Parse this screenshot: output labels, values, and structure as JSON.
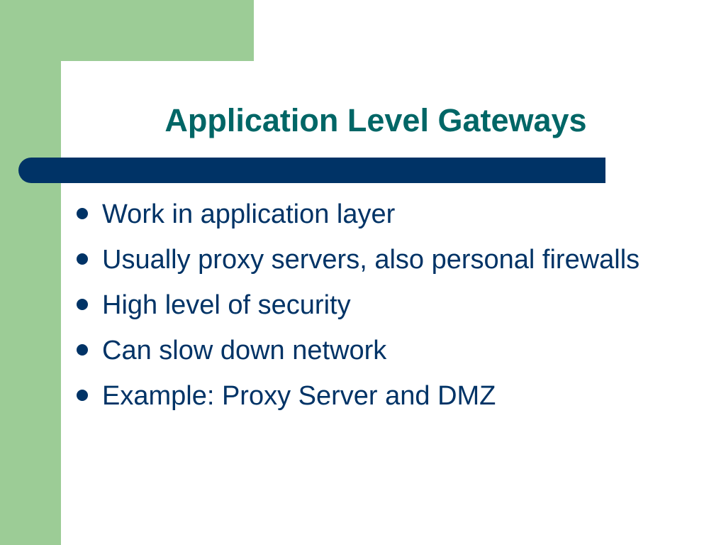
{
  "slide": {
    "title": "Application Level Gateways",
    "bullets": [
      "Work in application layer",
      "Usually proxy servers, also personal firewalls",
      "High level of security",
      "Can slow down network",
      "Example: Proxy Server and DMZ"
    ]
  },
  "colors": {
    "accent_green": "#9ccc96",
    "title_teal": "#006666",
    "rule_navy": "#003366",
    "text_navy": "#003366"
  }
}
